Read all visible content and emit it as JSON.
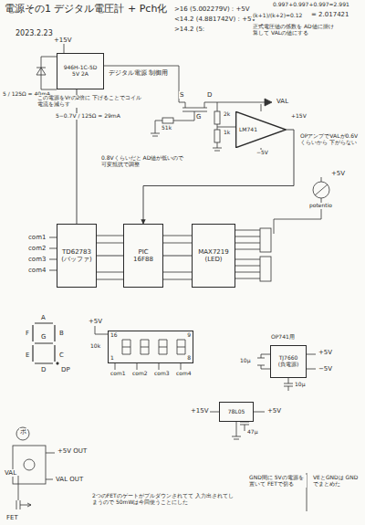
{
  "diagram": {
    "title": "電源その1 デジタル電圧計 + Pch化",
    "nodes": [
      {
        "text": [
          "946H-1C-5D",
          "5V 2A"
        ]
      },
      {
        "text": [
          "LM741"
        ]
      },
      {
        "text": [
          "TD62783",
          "(バッファ)"
        ]
      },
      {
        "text": [
          "PIC",
          "16F88"
        ]
      },
      {
        "text": [
          "MAX7219",
          "(LED)"
        ]
      },
      {
        "text": [
          "16",
          "9",
          "1",
          "8"
        ]
      },
      {
        "text": [
          "TJ7660",
          "(負電源)"
        ]
      },
      {
        "text": [
          "78L05"
        ]
      }
    ],
    "edges": [
      {
        "from": 0,
        "to": 2,
        "arrow": "none"
      },
      {
        "from": 2,
        "to": 3,
        "arrow": "none"
      },
      {
        "from": 3,
        "to": 4,
        "arrow": "none"
      },
      {
        "from": 1,
        "to": 3,
        "arrow": "to"
      }
    ],
    "labels": [
      "2023.2.23",
      ">16 (5.002279V) : +5V",
      "<14.2 (4.881742V) : +5V",
      ">14.2 (5:",
      "0.997+0.997+0.997=2.991",
      "(k+1)/(k+2)=0.12",
      "= 2.017421",
      "正式電圧値の係数を AD値に掛け算して VALの値にする",
      "+15V",
      "デジタル電源 制御用",
      "5 / 125Ω = 40mA",
      "この電源をVrの2倍に 下げることでコイル電流を減らす",
      "5−0.7V / 125Ω = 29mA",
      "S",
      "D",
      "G",
      "VAL",
      "51k",
      "2k",
      "1k",
      "+15V",
      "−5V",
      "0.8Vくらいだと AD値が低いので 可変抵抗で調整",
      "OPアンプでVALが0.6Vくらいから 下がらない",
      "+5V",
      "potentio",
      "com1",
      "com2",
      "com3",
      "com4",
      "A",
      "F",
      "B",
      "G",
      "E",
      "C",
      "D",
      "DP",
      "+5V",
      "10k",
      "com1",
      "com2",
      "com3",
      "com4",
      "OP741用",
      "+5V",
      "−5V",
      "10μ",
      "10μ",
      "+15V",
      "+5V",
      "47μ",
      "ボ",
      "+5V OUT",
      "VAL",
      "VAL OUT",
      "FET",
      "2つのFETのゲートがプルダウンされてて 入力出されてしまうので 50mWは今回使うことにした",
      "GND間に 5Vの電源を置いて FETで切る",
      "VEとGNDは GNDでまとめた"
    ]
  }
}
